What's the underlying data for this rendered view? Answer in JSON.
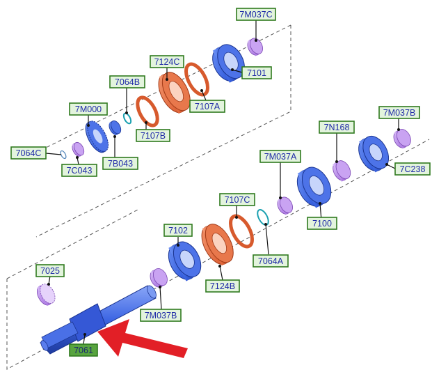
{
  "labels": {
    "7M037C": "7M037C",
    "7101": "7101",
    "7124C": "7124C",
    "7107A": "7107A",
    "7064B": "7064B",
    "7M000": "7M000",
    "7107B": "7107B",
    "7064C": "7064C",
    "7C043": "7C043",
    "7B043": "7B043",
    "7M037B_top": "7M037B",
    "7N168": "7N168",
    "7C238": "7C238",
    "7M037A": "7M037A",
    "7100": "7100",
    "7107C": "7107C",
    "7064A": "7064A",
    "7102": "7102",
    "7124B": "7124B",
    "7025": "7025",
    "7M037B_bottom": "7M037B",
    "7061": "7061"
  },
  "colors": {
    "bearing_blue": "#3a63e0",
    "friction_orange": "#e0663a",
    "roller_purple": "#b383e6",
    "snapring_teal": "#1aa0b0",
    "arrow_red": "#e21f26",
    "label_fill": "#e3f4dd",
    "label_highlight": "#58a43f"
  },
  "highlighted_part": "7061"
}
